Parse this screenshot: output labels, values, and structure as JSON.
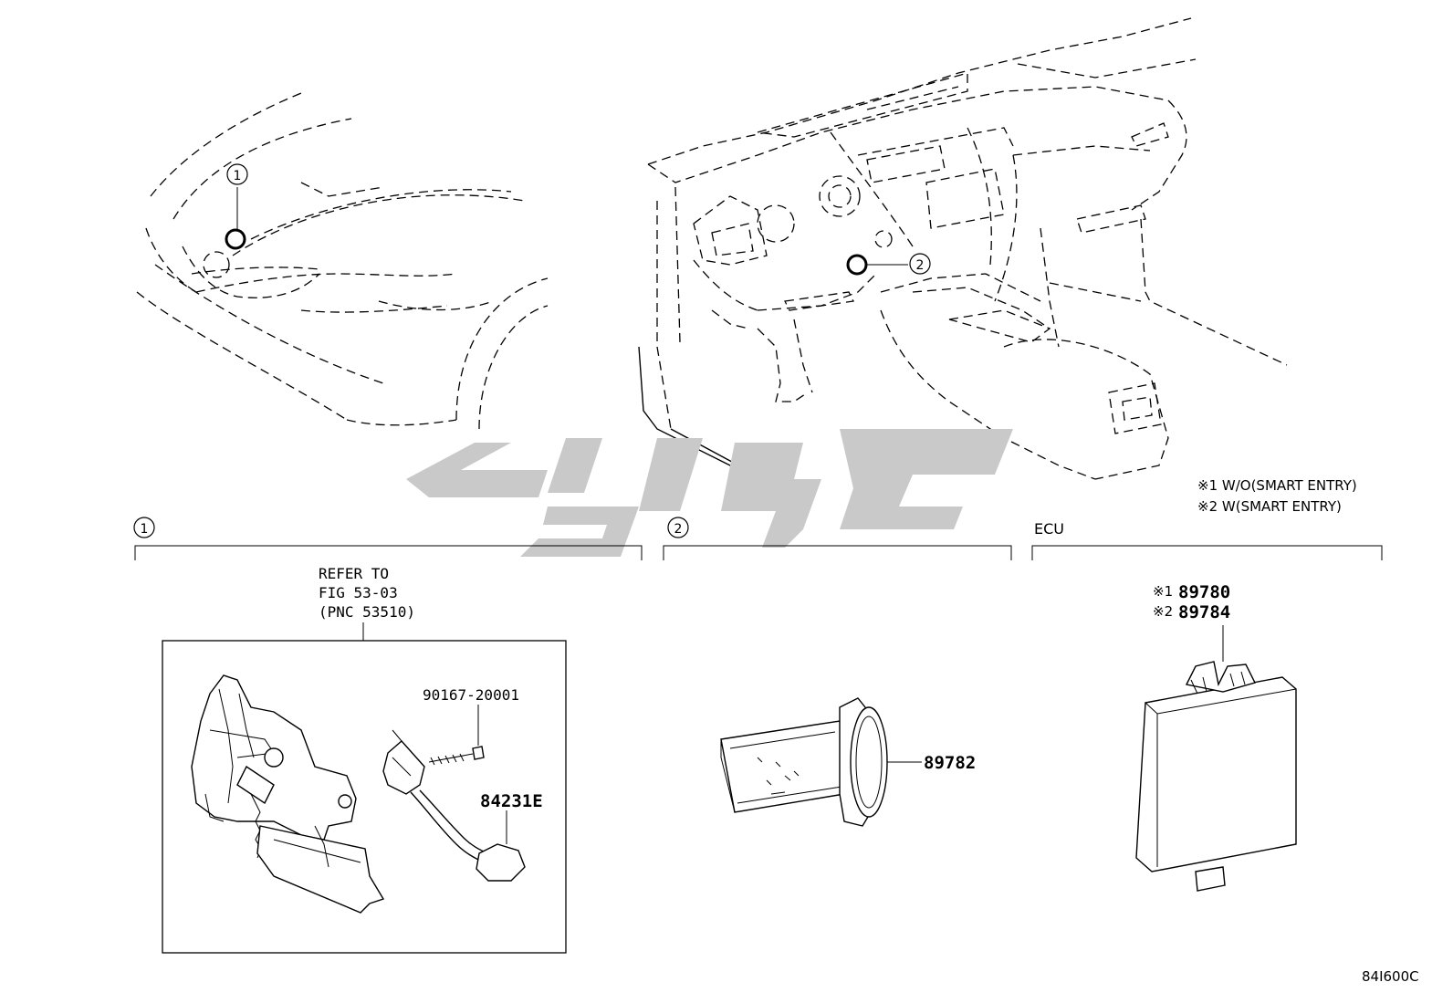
{
  "callouts": {
    "hood_marker": "1",
    "dash_marker": "2"
  },
  "sections": {
    "s1": {
      "marker": "1"
    },
    "s2": {
      "marker": "2"
    },
    "s3": {
      "title": "ECU"
    }
  },
  "notes": {
    "line1": "※1 W/O(SMART ENTRY)",
    "line2": "※2 W(SMART ENTRY)"
  },
  "refer": {
    "line1": "REFER TO",
    "line2": "FIG 53-03",
    "line3": "(PNC 53510)"
  },
  "parts": {
    "bolt": "90167-20001",
    "switch": "84231E",
    "push_switch": "89782",
    "ecu_a_mark": "※1",
    "ecu_a": "89780",
    "ecu_b_mark": "※2",
    "ecu_b": "89784"
  },
  "figure_code": "84I600C"
}
